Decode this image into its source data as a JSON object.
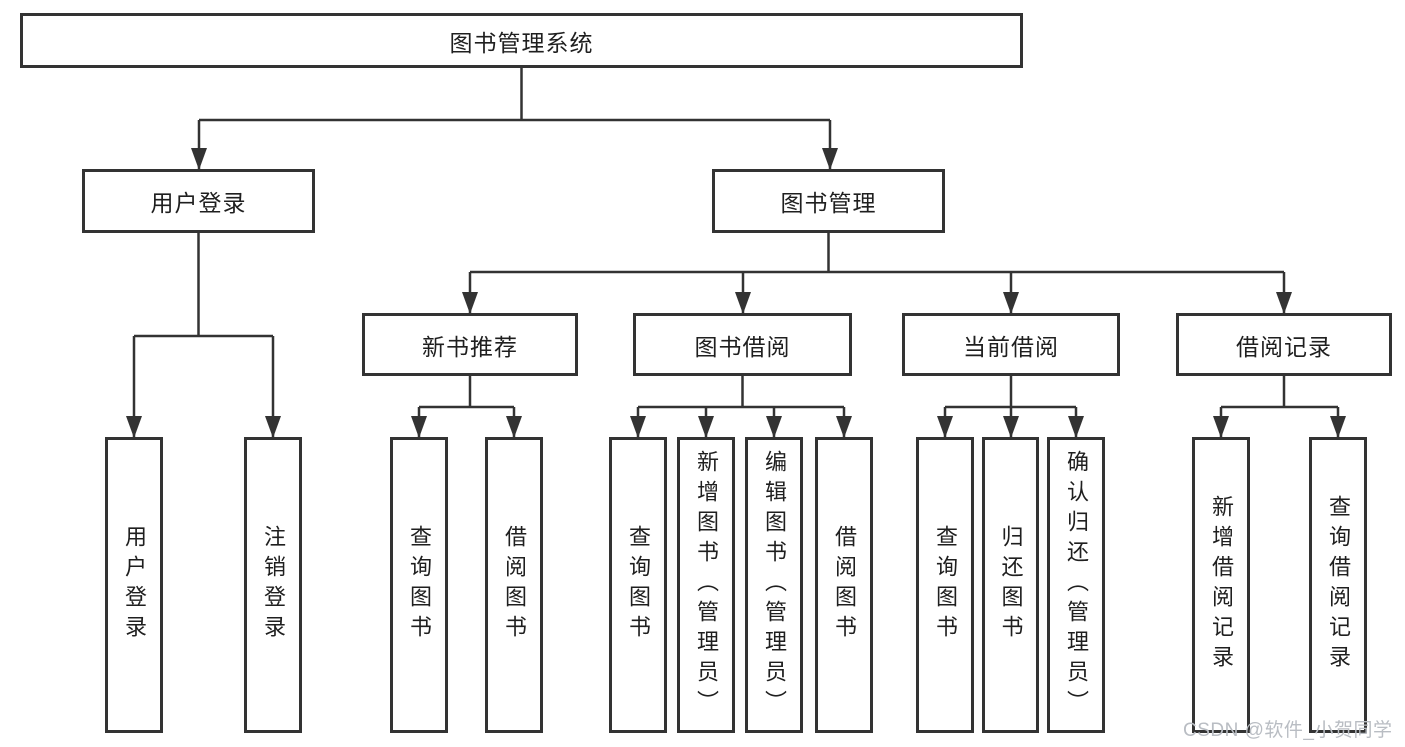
{
  "diagram_type": "hierarchy-tree",
  "colors": {
    "line": "#333333",
    "box_border": "#333333",
    "text": "#1f1f1f",
    "background": "#ffffff",
    "watermark": "#b9bdc3"
  },
  "root": {
    "label": "图书管理系统",
    "children": [
      {
        "label": "用户登录",
        "children": [
          {
            "label": "用户登录"
          },
          {
            "label": "注销登录"
          }
        ]
      },
      {
        "label": "图书管理",
        "children": [
          {
            "label": "新书推荐",
            "children": [
              {
                "label": "查询图书"
              },
              {
                "label": "借阅图书"
              }
            ]
          },
          {
            "label": "图书借阅",
            "children": [
              {
                "label": "查询图书"
              },
              {
                "label": "新增图书（管理员）"
              },
              {
                "label": "编辑图书（管理员）"
              },
              {
                "label": "借阅图书"
              }
            ]
          },
          {
            "label": "当前借阅",
            "children": [
              {
                "label": "查询图书"
              },
              {
                "label": "归还图书"
              },
              {
                "label": "确认归还（管理员）"
              }
            ]
          },
          {
            "label": "借阅记录",
            "children": [
              {
                "label": "新增借阅记录"
              },
              {
                "label": "查询借阅记录"
              }
            ]
          }
        ]
      }
    ]
  },
  "watermark": {
    "text": "CSDN @软件_小贺同学"
  }
}
